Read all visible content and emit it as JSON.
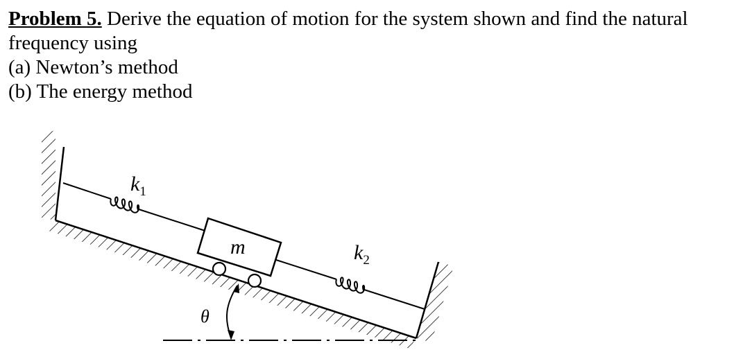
{
  "problem": {
    "label": "Problem 5.",
    "statement": " Derive the equation of motion for the system shown and find the natural frequency using",
    "parts": [
      "(a) Newton’s method",
      "(b) The energy method"
    ]
  },
  "figure": {
    "spring1_label": "k",
    "spring1_sub": "1",
    "spring2_label": "k",
    "spring2_sub": "2",
    "mass_label": "m",
    "angle_label": "θ"
  }
}
